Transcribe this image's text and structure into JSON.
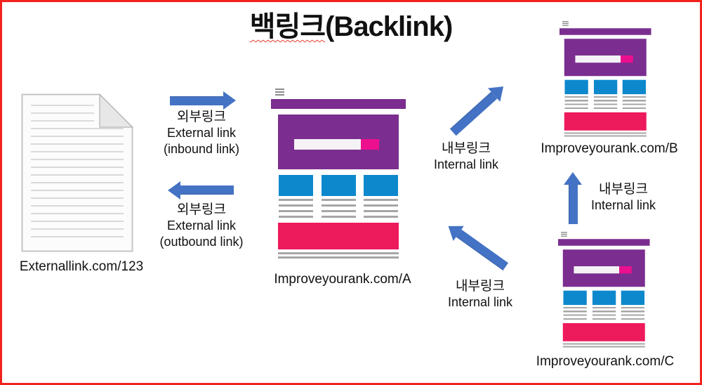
{
  "title": {
    "korean": "백링크",
    "rest": "(Backlink)"
  },
  "nodes": {
    "external_document": {
      "label": "Externallink.com/123"
    },
    "page_a": {
      "label": "Improveyourank.com/A"
    },
    "page_b": {
      "label": "Improveyourank.com/B"
    },
    "page_c": {
      "label": "Improveyourank.com/C"
    }
  },
  "arrows": {
    "inbound": {
      "ko": "외부링크",
      "en": "External link",
      "sub": "(inbound link)",
      "direction": "right"
    },
    "outbound": {
      "ko": "외부링크",
      "en": "External link",
      "sub": "(outbound link)",
      "direction": "left"
    },
    "internal_a_to_b": {
      "ko": "내부링크",
      "en": "Internal link",
      "direction": "up-right"
    },
    "internal_c_to_a": {
      "ko": "내부링크",
      "en": "Internal link",
      "direction": "up-left"
    },
    "internal_c_to_b": {
      "ko": "내부링크",
      "en": "Internal link",
      "direction": "up"
    }
  },
  "colors": {
    "frame_red": "#F2231D",
    "arrow_blue": "#4472C4",
    "mock_purple": "#7B2E8F",
    "mock_blue": "#0E88CC",
    "mock_banner_pink": "#ED1A5C",
    "mock_button_magenta": "#EC0F8E",
    "text_line_gray": "#A6A6A6"
  }
}
